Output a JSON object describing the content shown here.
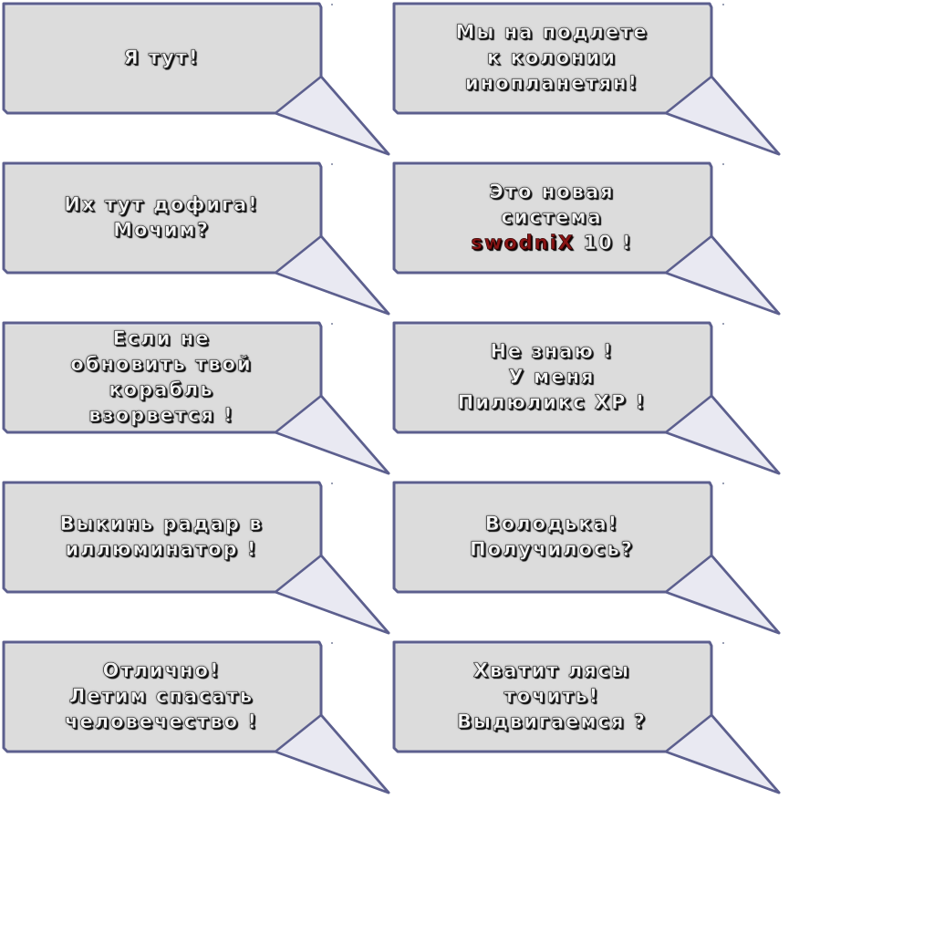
{
  "colors": {
    "bubble_fill": "#dcdcdc",
    "bubble_border": "#5c5f8e",
    "bubble_highlight": "#e8e8f2",
    "text_fill": "#f4f4f4",
    "text_shadow": "#000000",
    "accent_red": "#8a1414"
  },
  "bubbles": [
    {
      "lines": [
        "Я тут!"
      ]
    },
    {
      "lines": [
        "Мы на подлете",
        "к колонии",
        "инопланетян!"
      ]
    },
    {
      "lines": [
        "Их тут дофига!",
        "Мочим?"
      ]
    },
    {
      "lines": [
        "Это новая",
        "система"
      ],
      "highlight_line": {
        "brand": "swodniX",
        "suffix": " 10 !"
      }
    },
    {
      "lines": [
        "Если не",
        "обновить твой",
        "корабль",
        "взорвется !"
      ]
    },
    {
      "lines": [
        "Не знаю !",
        "У меня",
        "Пилюликс XP !"
      ]
    },
    {
      "lines": [
        "Выкинь радар в",
        "иллюминатор !"
      ]
    },
    {
      "lines": [
        "Володька!",
        "Получилось?"
      ]
    },
    {
      "lines": [
        "Отлично!",
        "Летим спасать",
        "человечество !"
      ]
    },
    {
      "lines": [
        "Хватит лясы",
        "точить!",
        "Выдвигаемся ?"
      ]
    }
  ]
}
